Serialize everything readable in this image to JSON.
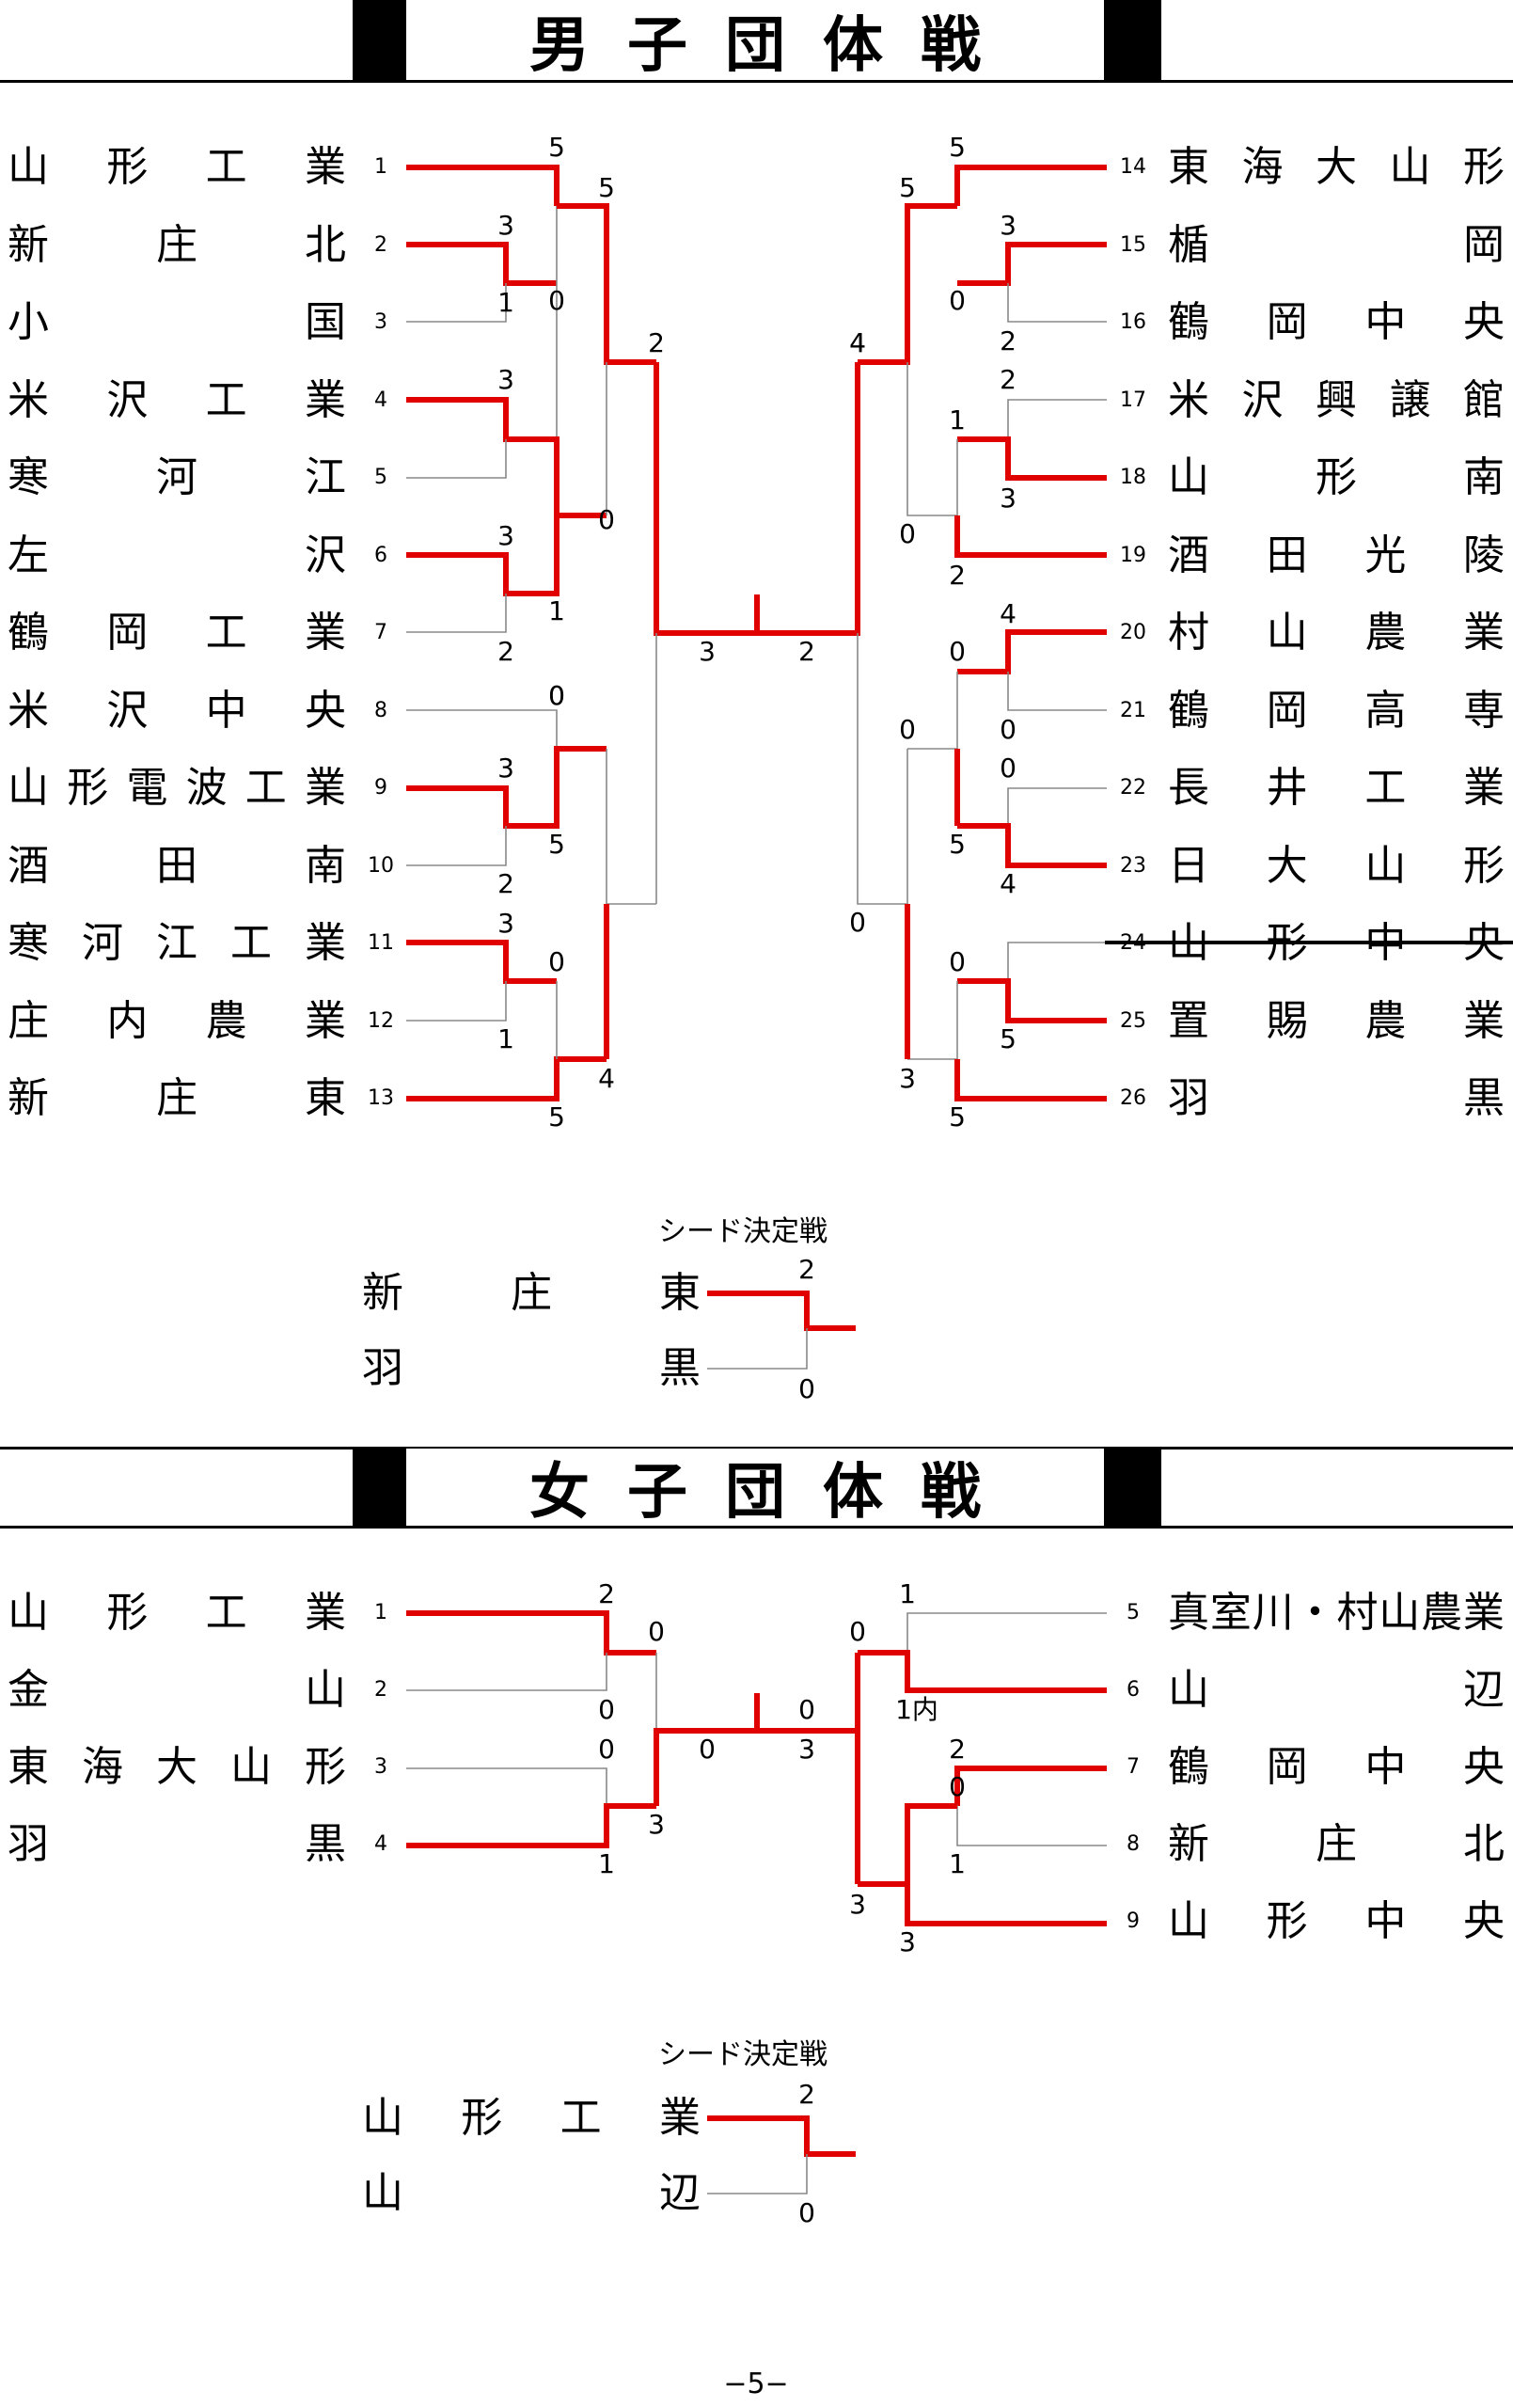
{
  "boys": {
    "title": "男子団体戦",
    "left_teams": [
      {
        "no": "1",
        "name": "山形工業"
      },
      {
        "no": "2",
        "name": "新庄北"
      },
      {
        "no": "3",
        "name": "小国"
      },
      {
        "no": "4",
        "name": "米沢工業"
      },
      {
        "no": "5",
        "name": "寒河江"
      },
      {
        "no": "6",
        "name": "左沢"
      },
      {
        "no": "7",
        "name": "鶴岡工業"
      },
      {
        "no": "8",
        "name": "米沢中央"
      },
      {
        "no": "9",
        "name": "山形電波工業"
      },
      {
        "no": "10",
        "name": "酒田南"
      },
      {
        "no": "11",
        "name": "寒河江工業"
      },
      {
        "no": "12",
        "name": "庄内農業"
      },
      {
        "no": "13",
        "name": "新庄東"
      }
    ],
    "right_teams": [
      {
        "no": "14",
        "name": "東海大山形"
      },
      {
        "no": "15",
        "name": "楯岡"
      },
      {
        "no": "16",
        "name": "鶴岡中央"
      },
      {
        "no": "17",
        "name": "米沢興譲館"
      },
      {
        "no": "18",
        "name": "山形南"
      },
      {
        "no": "19",
        "name": "酒田光陵"
      },
      {
        "no": "20",
        "name": "村山農業"
      },
      {
        "no": "21",
        "name": "鶴岡高専"
      },
      {
        "no": "22",
        "name": "長井工業"
      },
      {
        "no": "23",
        "name": "日大山形"
      },
      {
        "no": "24",
        "name": "山形中央",
        "withdrawn": true
      },
      {
        "no": "25",
        "name": "置賜農業"
      },
      {
        "no": "26",
        "name": "羽黒"
      }
    ],
    "scores": [
      "5",
      "5",
      "3",
      "0",
      "2",
      "2",
      "4",
      "3",
      "1",
      "0",
      "3",
      "1",
      "3",
      "2",
      "0",
      "0",
      "3",
      "5",
      "2",
      "3",
      "0",
      "1",
      "4",
      "5",
      "5",
      "3",
      "0",
      "2",
      "4",
      "5",
      "2",
      "0",
      "1",
      "3",
      "2",
      "0",
      "0",
      "4",
      "0",
      "5",
      "4",
      "0",
      "0",
      "5",
      "3",
      "5",
      "0"
    ],
    "seed": {
      "label": "シード決定戦",
      "team1": "新庄東",
      "team2": "羽黒",
      "score1": "2",
      "score2": "0"
    }
  },
  "girls": {
    "title": "女子団体戦",
    "left_teams": [
      {
        "no": "1",
        "name": "山形工業"
      },
      {
        "no": "2",
        "name": "金山"
      },
      {
        "no": "3",
        "name": "東海大山形"
      },
      {
        "no": "4",
        "name": "羽黒"
      }
    ],
    "right_teams": [
      {
        "no": "5",
        "name": "真室川・村山農業"
      },
      {
        "no": "6",
        "name": "山辺"
      },
      {
        "no": "7",
        "name": "鶴岡中央"
      },
      {
        "no": "8",
        "name": "新庄北"
      },
      {
        "no": "9",
        "name": "山形中央"
      }
    ],
    "scores": [
      "2",
      "0",
      "0",
      "0",
      "0",
      "3",
      "1",
      "0",
      "3",
      "1",
      "0",
      "1内",
      "0",
      "2",
      "1",
      "3",
      "3"
    ],
    "seed": {
      "label": "シード決定戦",
      "team1": "山形工業",
      "team2": "山辺",
      "score1": "2",
      "score2": "0"
    }
  },
  "page_number": "−5−",
  "colors": {
    "winner_line": "#e00000",
    "loser_line": "#888888",
    "text": "#000000"
  }
}
